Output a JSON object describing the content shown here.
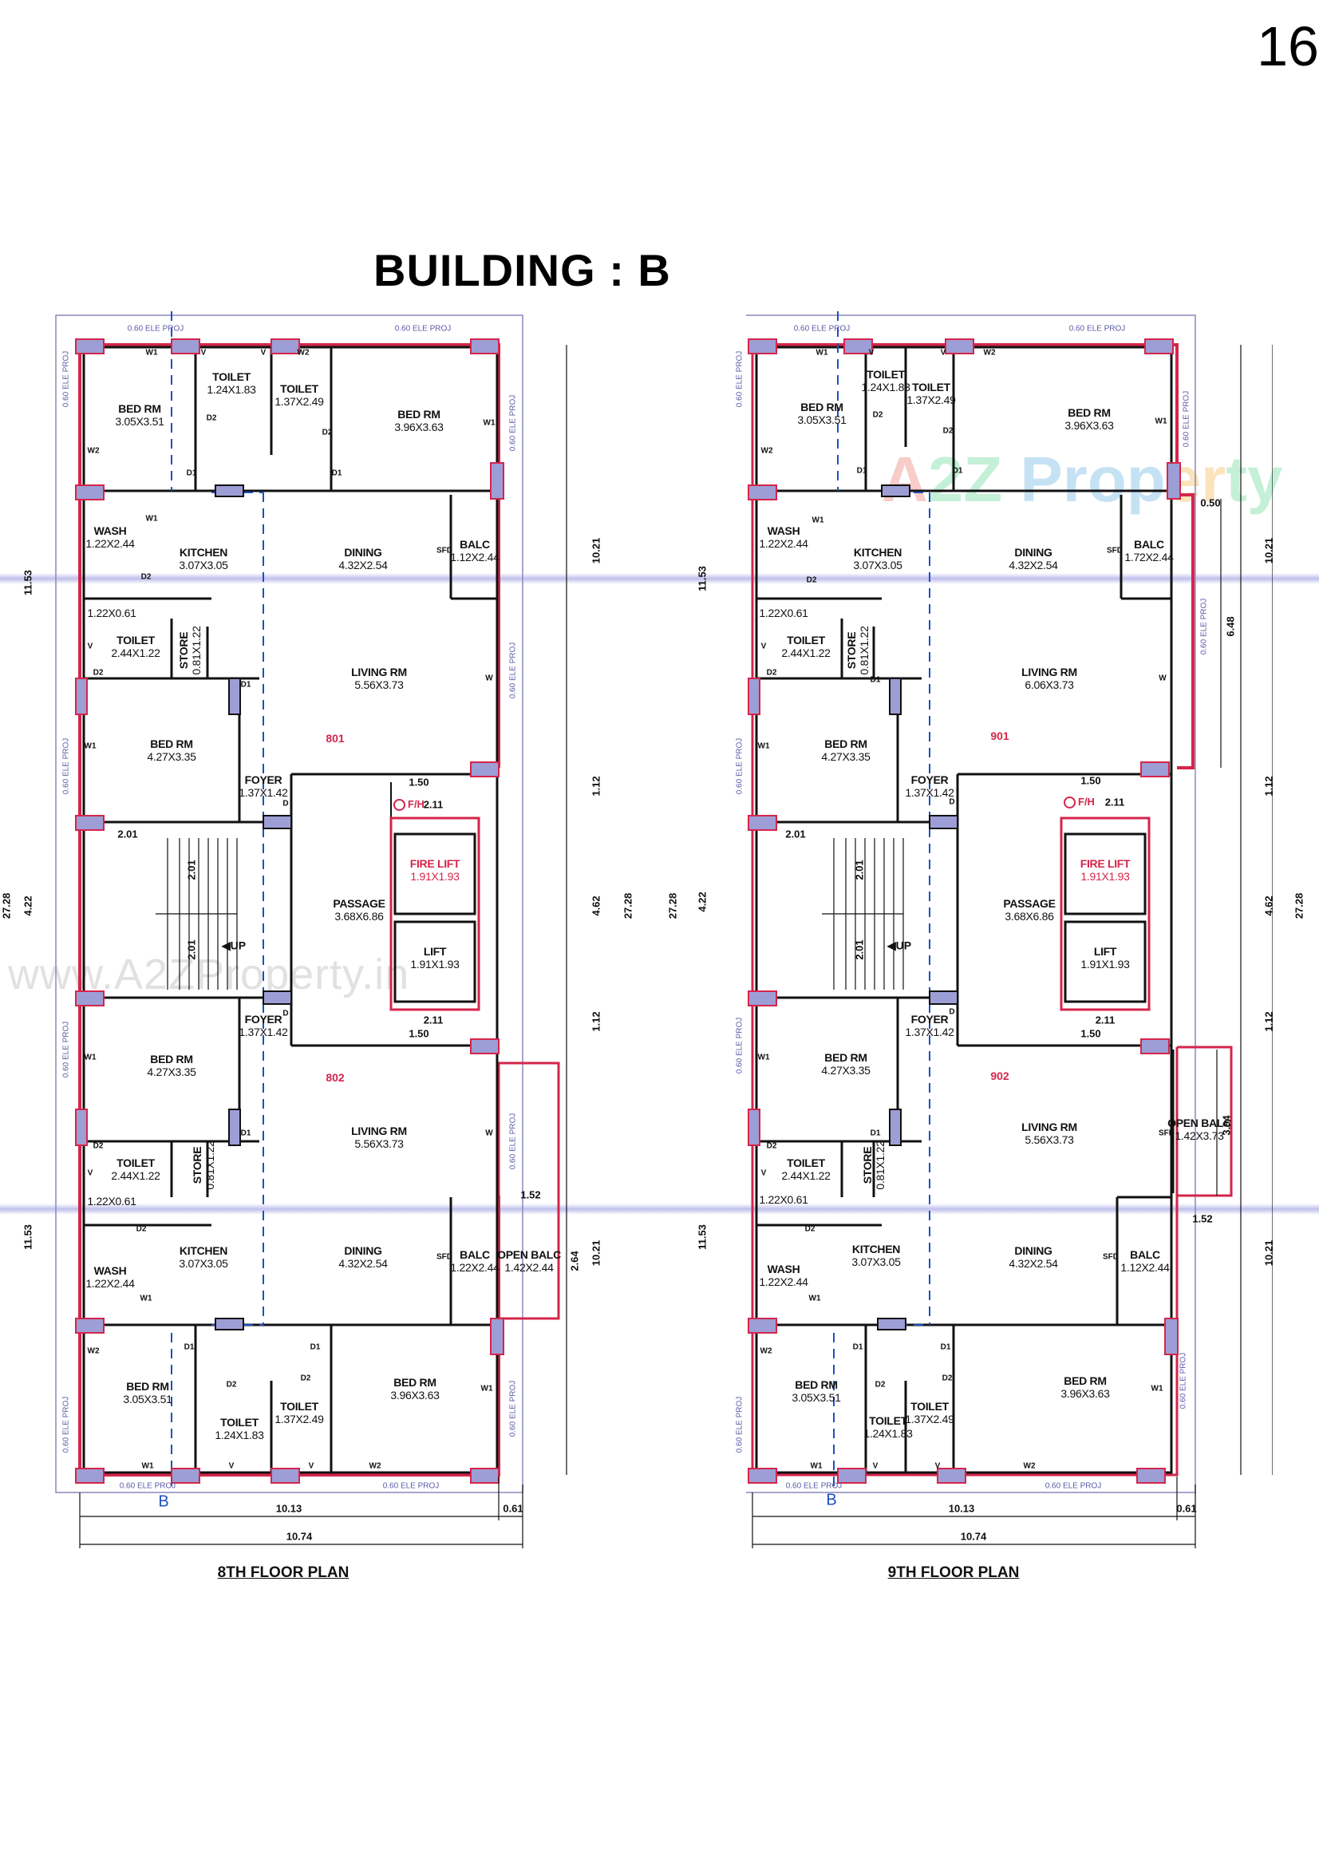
{
  "page_number": "16",
  "building_title": "BUILDING : B",
  "watermarks": {
    "url": "www.A2ZProperty.in",
    "logo": "A2Z Property"
  },
  "colors": {
    "outer_wall": "#d4254b",
    "column_fill": "#9d9ed6",
    "projection_line": "#7777bb",
    "section_line": "#1f4fbf",
    "text": "#111111"
  },
  "common_labels": {
    "ele_proj": "0.60 ELE PROJ",
    "section_mark": "B",
    "up": "UP",
    "fire_hydrant": "F/H",
    "door_d": "D",
    "door_d1": "D1",
    "door_d2": "D2",
    "window_w": "W",
    "window_w1": "W1",
    "window_w2": "W2",
    "vent_v": "V",
    "sfd": "SFD"
  },
  "plans": [
    {
      "title": "8TH FLOOR PLAN",
      "units": [
        "801",
        "802"
      ],
      "rooms": {
        "bed_top_left": {
          "name": "BED RM",
          "size": "3.05X3.51"
        },
        "toilet_top_1": {
          "name": "TOILET",
          "size": "1.24X1.83"
        },
        "toilet_top_2": {
          "name": "TOILET",
          "size": "1.37X2.49"
        },
        "bed_top_right": {
          "name": "BED RM",
          "size": "3.96X3.63"
        },
        "wash_top": {
          "name": "WASH",
          "size": "1.22X2.44"
        },
        "kitchen_top": {
          "name": "KITCHEN",
          "size": "3.07X3.05"
        },
        "dining_top": {
          "name": "DINING",
          "size": "4.32X2.54"
        },
        "balc_top": {
          "name": "BALC",
          "size": "1.12X2.44"
        },
        "shaft_top": {
          "size": "1.22X0.61"
        },
        "toilet_mid_top": {
          "name": "TOILET",
          "size": "2.44X1.22"
        },
        "store_top": {
          "name": "STORE",
          "size": "0.81X1.22"
        },
        "living_top": {
          "name": "LIVING RM",
          "size": "5.56X3.73"
        },
        "bed_mid_top": {
          "name": "BED RM",
          "size": "4.27X3.35"
        },
        "foyer_top": {
          "name": "FOYER",
          "size": "1.37X1.42"
        },
        "passage": {
          "name": "PASSAGE",
          "size": "3.68X6.86"
        },
        "fire_lift": {
          "name": "FIRE LIFT",
          "size": "1.91X1.93"
        },
        "lift": {
          "name": "LIFT",
          "size": "1.91X1.93"
        },
        "foyer_bot": {
          "name": "FOYER",
          "size": "1.37X1.42"
        },
        "bed_mid_bot": {
          "name": "BED RM",
          "size": "4.27X3.35"
        },
        "living_bot": {
          "name": "LIVING RM",
          "size": "5.56X3.73"
        },
        "toilet_mid_bot": {
          "name": "TOILET",
          "size": "2.44X1.22"
        },
        "store_bot": {
          "name": "STORE",
          "size": "0.81X1.22"
        },
        "shaft_bot": {
          "size": "1.22X0.61"
        },
        "kitchen_bot": {
          "name": "KITCHEN",
          "size": "3.07X3.05"
        },
        "dining_bot": {
          "name": "DINING",
          "size": "4.32X2.54"
        },
        "balc_bot": {
          "name": "BALC",
          "size": "1.22X2.44"
        },
        "open_balc": {
          "name": "OPEN BALC",
          "size": "1.42X2.44"
        },
        "wash_bot": {
          "name": "WASH",
          "size": "1.22X2.44"
        },
        "bed_bot_left": {
          "name": "BED RM",
          "size": "3.05X3.51"
        },
        "toilet_bot_1": {
          "name": "TOILET",
          "size": "1.24X1.83"
        },
        "toilet_bot_2": {
          "name": "TOILET",
          "size": "1.37X2.49"
        },
        "bed_bot_right": {
          "name": "BED RM",
          "size": "3.96X3.63"
        }
      },
      "dimensions": {
        "stair_width": "2.01",
        "flight_1": "2.01",
        "flight_2": "2.01",
        "lobby_top_1": "1.50",
        "lobby_top_2": "2.11",
        "lobby_bot_1": "2.11",
        "lobby_bot_2": "1.50",
        "open_balc_width": "1.52",
        "open_balc_depth": "2.64",
        "right_top": "10.21",
        "right_gap_top": "1.12",
        "right_core": "4.62",
        "right_gap_bot": "1.12",
        "right_bot": "10.21",
        "right_total": "27.28",
        "left_top": "11.53",
        "left_core": "4.22",
        "left_bot": "11.53",
        "left_total": "27.28",
        "bottom_main": "10.13",
        "bottom_proj": "0.61",
        "bottom_total": "10.74"
      }
    },
    {
      "title": "9TH FLOOR PLAN",
      "units": [
        "901",
        "902"
      ],
      "rooms": {
        "bed_top_left": {
          "name": "BED RM",
          "size": "3.05X3.51"
        },
        "toilet_top_1": {
          "name": "TOILET",
          "size": "1.24X1.83"
        },
        "toilet_top_2": {
          "name": "TOILET",
          "size": "1.37X2.49"
        },
        "bed_top_right": {
          "name": "BED RM",
          "size": "3.96X3.63"
        },
        "wash_top": {
          "name": "WASH",
          "size": "1.22X2.44"
        },
        "kitchen_top": {
          "name": "KITCHEN",
          "size": "3.07X3.05"
        },
        "dining_top": {
          "name": "DINING",
          "size": "4.32X2.54"
        },
        "balc_top": {
          "name": "BALC",
          "size": "1.72X2.44"
        },
        "shaft_top": {
          "size": "1.22X0.61"
        },
        "toilet_mid_top": {
          "name": "TOILET",
          "size": "2.44X1.22"
        },
        "store_top": {
          "name": "STORE",
          "size": "0.81X1.22"
        },
        "living_top": {
          "name": "LIVING RM",
          "size": "6.06X3.73"
        },
        "bed_mid_top": {
          "name": "BED RM",
          "size": "4.27X3.35"
        },
        "foyer_top": {
          "name": "FOYER",
          "size": "1.37X1.42"
        },
        "passage": {
          "name": "PASSAGE",
          "size": "3.68X6.86"
        },
        "fire_lift": {
          "name": "FIRE LIFT",
          "size": "1.91X1.93"
        },
        "lift": {
          "name": "LIFT",
          "size": "1.91X1.93"
        },
        "foyer_bot": {
          "name": "FOYER",
          "size": "1.37X1.42"
        },
        "bed_mid_bot": {
          "name": "BED RM",
          "size": "4.27X3.35"
        },
        "living_bot": {
          "name": "LIVING RM",
          "size": "5.56X3.73"
        },
        "open_balc": {
          "name": "OPEN BALC",
          "size": "1.42X3.73"
        },
        "toilet_mid_bot": {
          "name": "TOILET",
          "size": "2.44X1.22"
        },
        "store_bot": {
          "name": "STORE",
          "size": "0.81X1.22"
        },
        "shaft_bot": {
          "size": "1.22X0.61"
        },
        "kitchen_bot": {
          "name": "KITCHEN",
          "size": "3.07X3.05"
        },
        "dining_bot": {
          "name": "DINING",
          "size": "4.32X2.54"
        },
        "balc_bot": {
          "name": "BALC",
          "size": "1.12X2.44"
        },
        "wash_bot": {
          "name": "WASH",
          "size": "1.22X2.44"
        },
        "bed_bot_left": {
          "name": "BED RM",
          "size": "3.05X3.51"
        },
        "toilet_bot_1": {
          "name": "TOILET",
          "size": "1.24X1.83"
        },
        "toilet_bot_2": {
          "name": "TOILET",
          "size": "1.37X2.49"
        },
        "bed_bot_right": {
          "name": "BED RM",
          "size": "3.96X3.63"
        }
      },
      "dimensions": {
        "stair_width": "2.01",
        "flight_1": "2.01",
        "flight_2": "2.01",
        "lobby_top_1": "1.50",
        "lobby_top_2": "2.11",
        "lobby_bot_1": "2.11",
        "lobby_bot_2": "1.50",
        "balc_offset": "0.50",
        "living_depth": "6.48",
        "open_balc_width": "1.52",
        "open_balc_depth": "3.94",
        "right_top": "10.21",
        "right_gap_top": "1.12",
        "right_core": "4.62",
        "right_gap_bot": "1.12",
        "right_bot": "10.21",
        "right_total": "27.28",
        "left_top": "11.53",
        "left_core": "4.22",
        "left_bot": "11.53",
        "left_total": "27.28",
        "bottom_main": "10.13",
        "bottom_proj": "0.61",
        "bottom_total": "10.74"
      }
    }
  ]
}
